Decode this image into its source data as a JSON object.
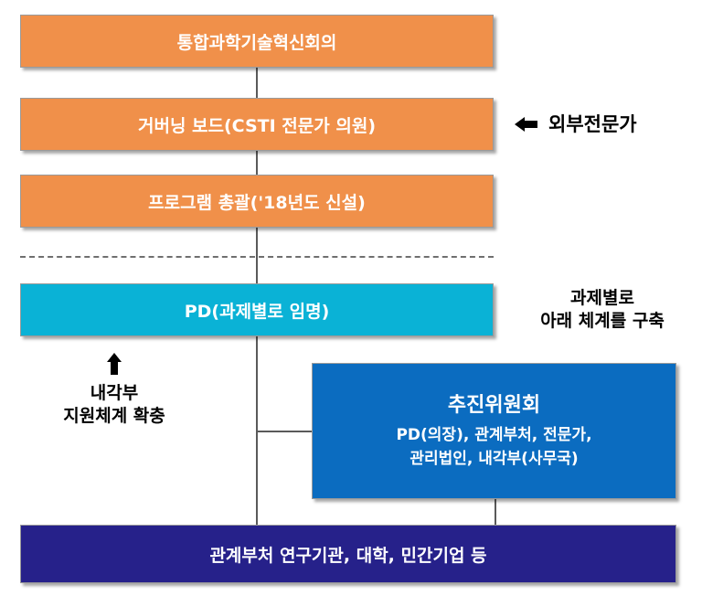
{
  "boxes": {
    "council": "통합과학기술혁신회의",
    "governing_board": "거버닝 보드(CSTI 전문가 의원)",
    "program_director": "프로그램 총괄('18년도 신설)",
    "pd": "PD(과제별로 임명)",
    "committee": {
      "title": "추진위원회",
      "line1": "PD(의장), 관계부처, 전문가,",
      "line2": "관리법인, 내각부(사무국)"
    },
    "institutions": "관계부처 연구기관, 대학, 민간기업 등"
  },
  "notes": {
    "external_experts": "외부전문가",
    "per_project": {
      "line1": "과제별로",
      "line2": "아래 체계를 구축"
    },
    "cabinet_support": {
      "line1": "내각부",
      "line2": "지원체계 확충"
    }
  },
  "colors": {
    "orange": "#f0904a",
    "cyan": "#0ab2d6",
    "blue": "#0b6cc0",
    "navy": "#26218a"
  }
}
